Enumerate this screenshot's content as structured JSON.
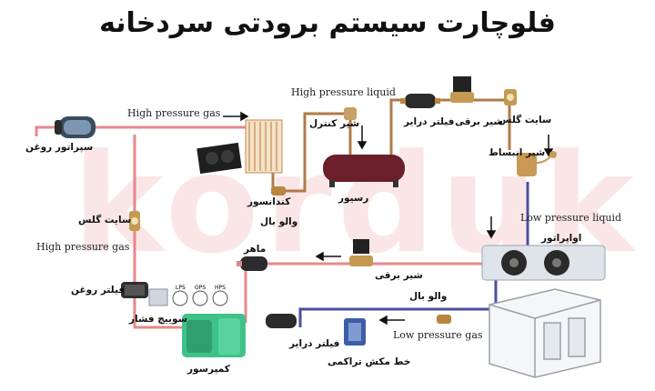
{
  "title": "فلوچارت سیستم برودتی سردخانه",
  "watermark": "korduk",
  "colors": {
    "hot_line": "#e6888d",
    "cold_line": "#4a4f9e",
    "liquid_line": "#b07a4a",
    "receiver": "#6b1f2a",
    "compressor": "#3ec28a",
    "evaporator": "#dfe4ea",
    "watermark": "#d73c3c"
  },
  "labels": {
    "oil_separator": "سپراتور روغن",
    "sight_glass_left": "سایت گلس",
    "oil_filter": "فیلتر روغن",
    "pressure_switch": "سوییچ فشار",
    "compressor": "کمپرسور",
    "filter_drier_bottom": "فیلتر درایر",
    "accumulator": "خط مکش تراکمی",
    "ball_valve_bottom": "والو بال",
    "suction_filter": "ماهر",
    "solenoid_bottom": "شیر برقی",
    "condenser": "کندانسور",
    "ball_valve_top": "والو بال",
    "control_valve": "شیر کنترل",
    "receiver": "رسیور",
    "filter_drier_top": "فیلتر درایر",
    "solenoid_top": "شیر برقی",
    "sight_glass_top": "سایت گلس",
    "expansion_valve": "شیر انبساط",
    "evaporator": "اواپراتور"
  },
  "english": {
    "hp_gas_top": "High pressure gas",
    "hp_gas_left": "High pressure gas",
    "hp_liquid": "High pressure liquid",
    "lp_liquid": "Low pressure liquid",
    "lp_gas": "Low pressure gas"
  },
  "gauges": [
    "LPS",
    "OPS",
    "HPS"
  ]
}
